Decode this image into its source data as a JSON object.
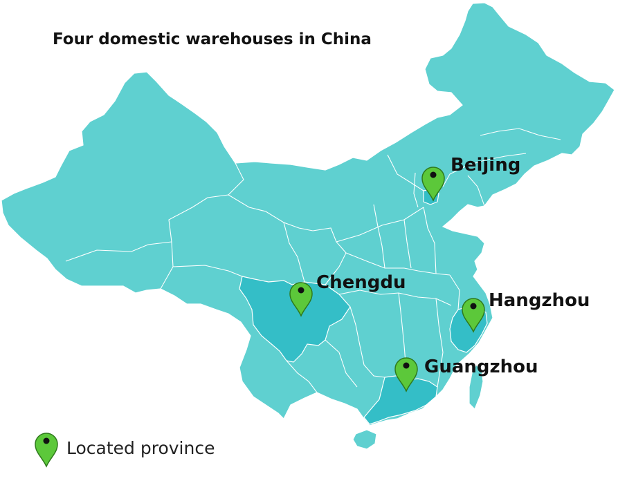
{
  "title": "Four domestic warehouses in China",
  "colors": {
    "land": "#5fd0d0",
    "highlight": "#34bec7",
    "border": "#ffffff",
    "pin_fill": "#5cc83a",
    "pin_stroke": "#2f7a1d",
    "pin_dot": "#111111",
    "label": "#111111"
  },
  "markers": [
    {
      "name": "Beijing",
      "icon": "location-pin-icon"
    },
    {
      "name": "Chengdu",
      "icon": "location-pin-icon"
    },
    {
      "name": "Hangzhou",
      "icon": "location-pin-icon"
    },
    {
      "name": "Guangzhou",
      "icon": "location-pin-icon"
    }
  ],
  "legend": {
    "icon": "location-pin-icon",
    "label": "Located province"
  }
}
